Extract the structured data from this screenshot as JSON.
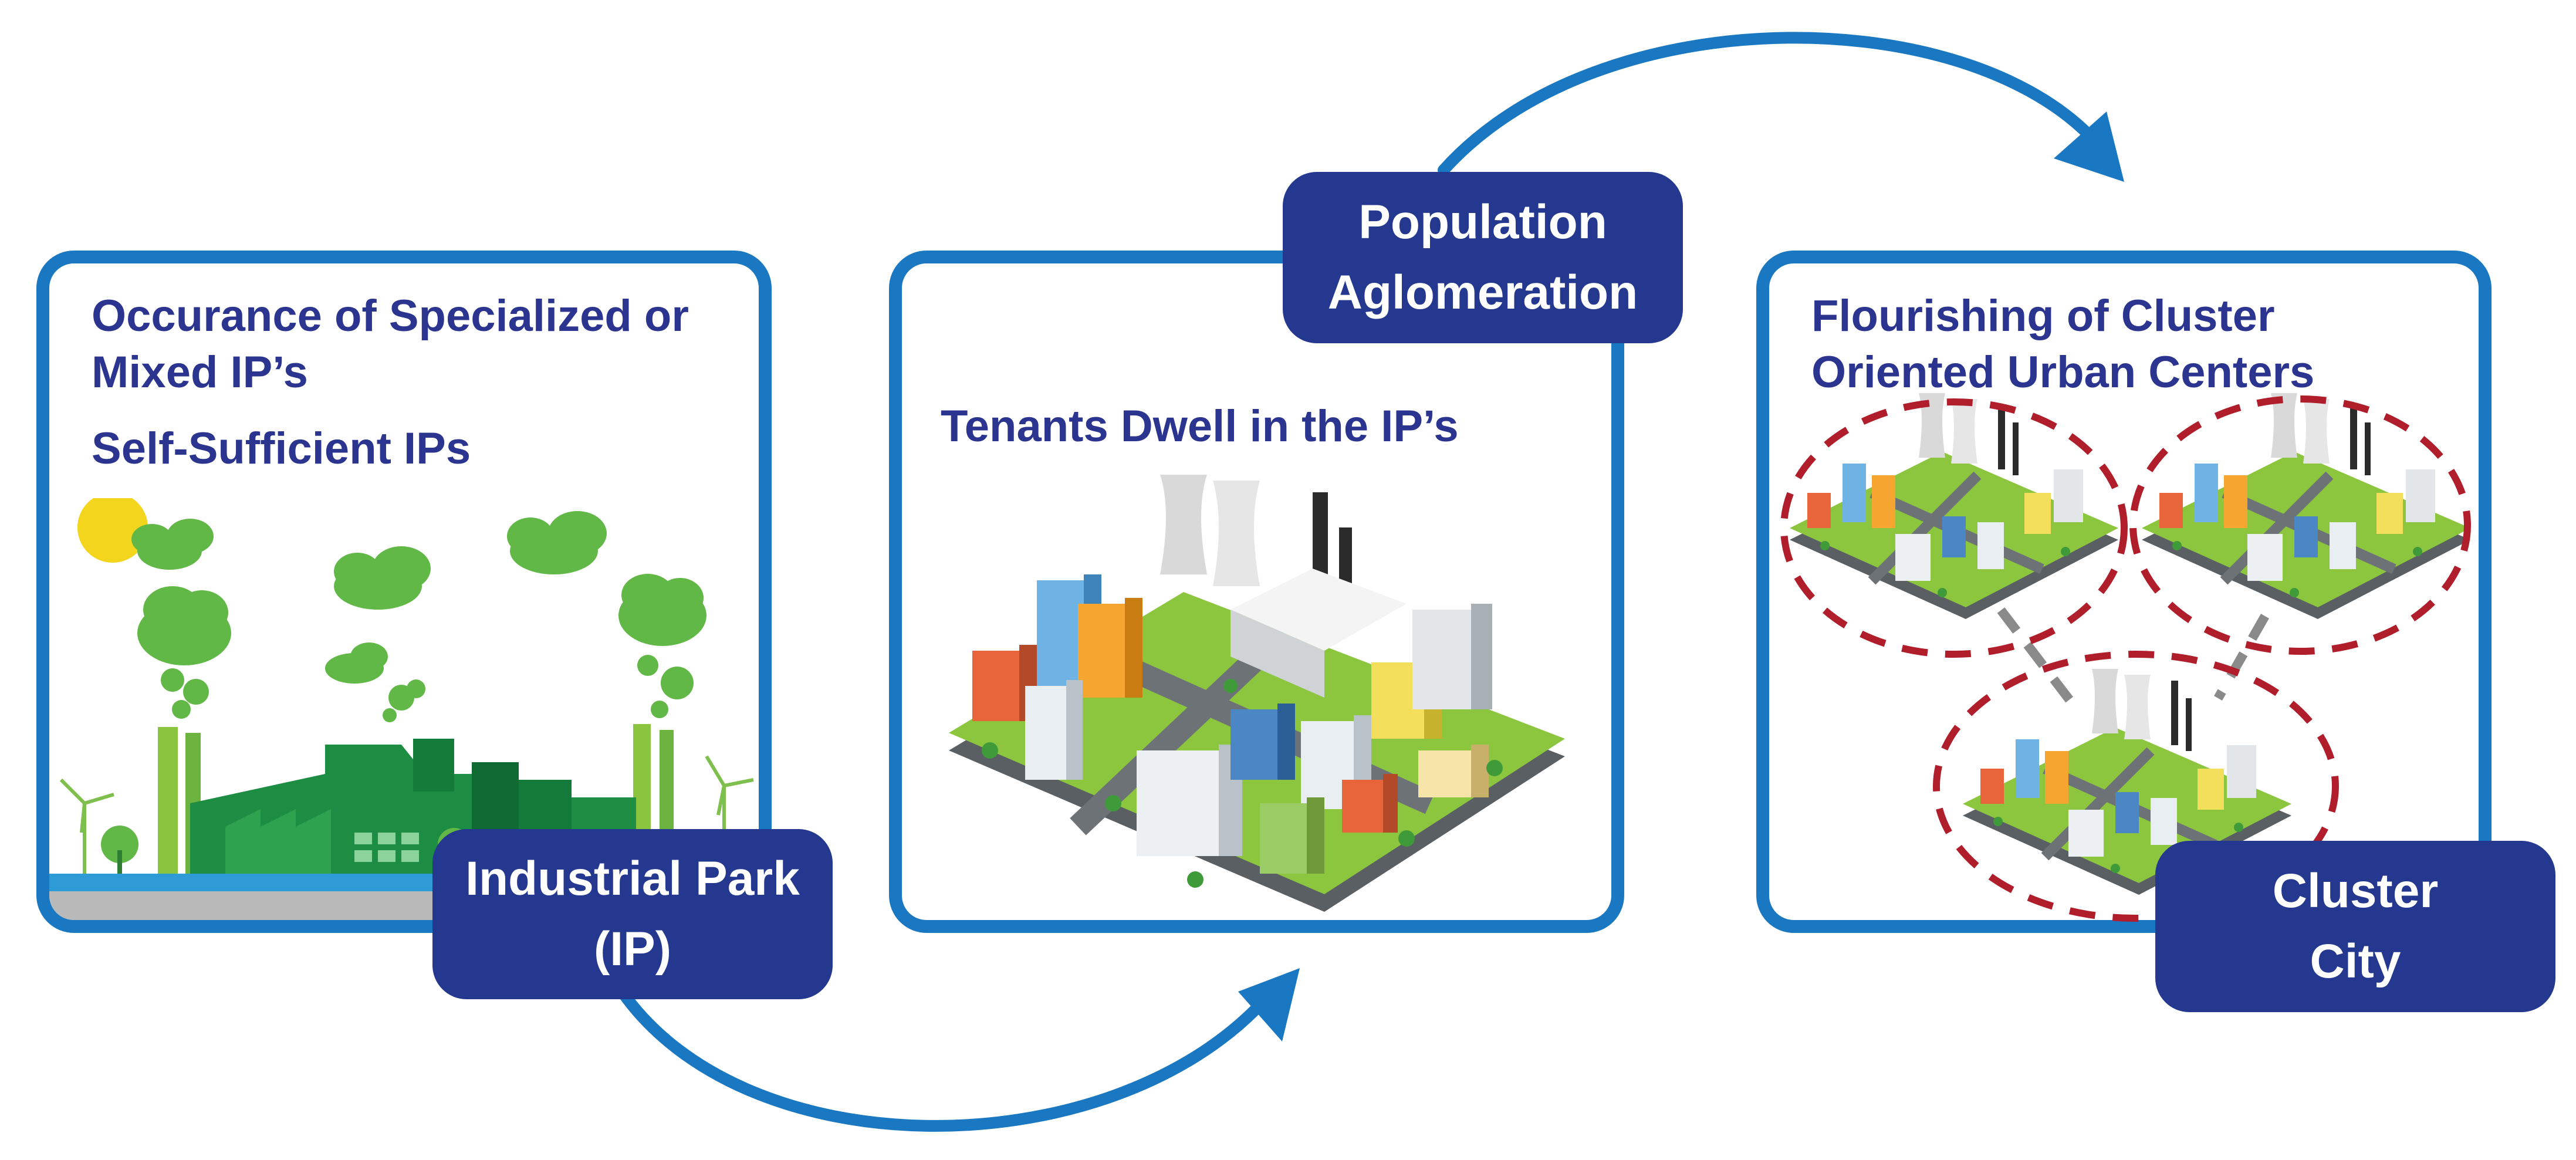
{
  "colors": {
    "arrow": "#1a78c2",
    "panel_border": "#1a78c2",
    "title_text": "#2b3590",
    "tag_fill": "#24388f",
    "tag_text": "#ffffff",
    "cluster_ring": "#b01e2b"
  },
  "panels": [
    {
      "titles": [
        "Occurance of Specialized or",
        "Mixed IP’s"
      ],
      "subtitle": "Self-Sufficient IPs",
      "illustration": "green-industrial-landscape",
      "tag": [
        "Industrial Park",
        "(IP)"
      ]
    },
    {
      "titles": [
        "Tenants Dwell in the IP’s"
      ],
      "illustration": "isometric-industrial-city",
      "tag": [
        "Population",
        "Aglomeration"
      ]
    },
    {
      "titles": [
        "Flourishing of Cluster",
        "Oriented Urban Centers"
      ],
      "illustration": "three-linked-isometric-cities",
      "tag": [
        "Cluster",
        "City"
      ]
    }
  ],
  "arrows": [
    {
      "from": "Industrial Park (IP)",
      "to": "Tenants Dwell in the IP’s",
      "icon": "curved-arrow-icon"
    },
    {
      "from": "Population Aglomeration",
      "to": "Flourishing of Cluster Oriented Urban Centers",
      "icon": "curved-arrow-icon"
    }
  ]
}
